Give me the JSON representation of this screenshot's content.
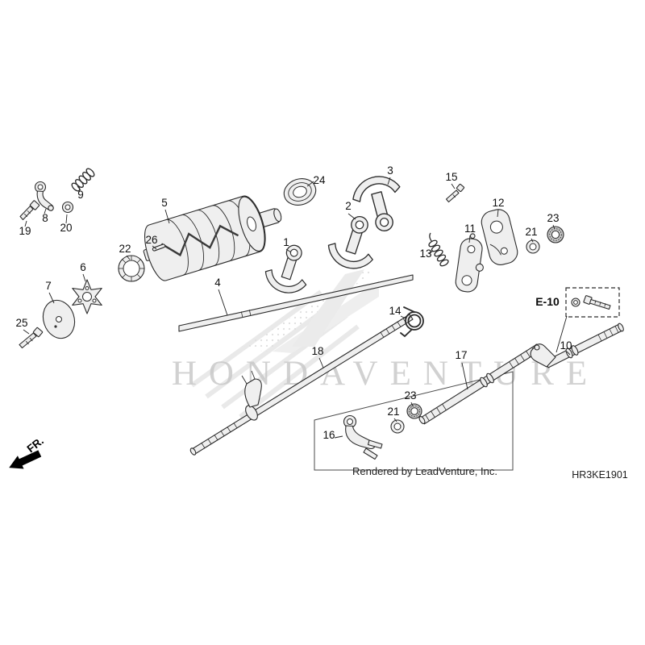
{
  "colors": {
    "background": "#ffffff",
    "line": "#2b2b2b",
    "part_fill": "#efefef",
    "watermark": "#c9c9c9"
  },
  "diagram": {
    "code": "HR3KE1901",
    "credit": "Rendered by LeadVenture, Inc.",
    "direction_label": "FR.",
    "reference_label": "E-10",
    "watermark_text": "HONDAVENTURE"
  },
  "callouts": [
    {
      "part": "19"
    },
    {
      "part": "8"
    },
    {
      "part": "20"
    },
    {
      "part": "9"
    },
    {
      "part": "5"
    },
    {
      "part": "26"
    },
    {
      "part": "22"
    },
    {
      "part": "6"
    },
    {
      "part": "7"
    },
    {
      "part": "25"
    },
    {
      "part": "24"
    },
    {
      "part": "3"
    },
    {
      "part": "2"
    },
    {
      "part": "1"
    },
    {
      "part": "4"
    },
    {
      "part": "15"
    },
    {
      "part": "13"
    },
    {
      "part": "11"
    },
    {
      "part": "12"
    },
    {
      "part": "21"
    },
    {
      "part": "23"
    },
    {
      "part": "14"
    },
    {
      "part": "18"
    },
    {
      "part": "17"
    },
    {
      "part": "10"
    },
    {
      "part": "16"
    },
    {
      "part": "21"
    },
    {
      "part": "23"
    }
  ]
}
